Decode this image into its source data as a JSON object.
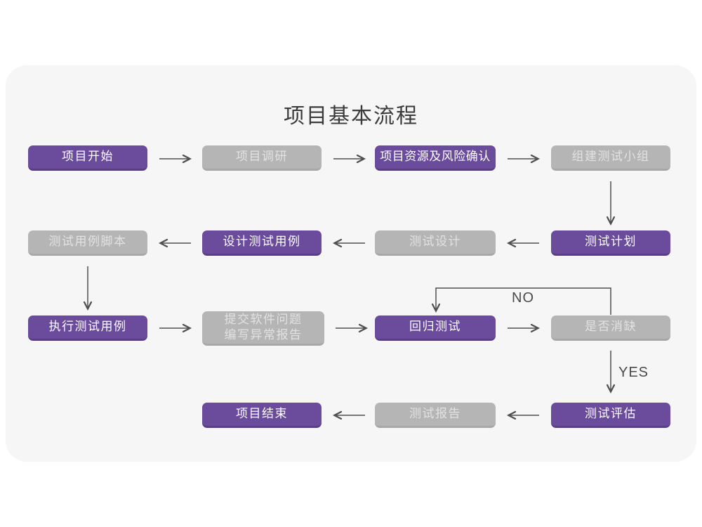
{
  "page": {
    "title": "项目基本流程"
  },
  "colors": {
    "page_bg": "#ffffff",
    "panel_bg": "#f6f6f7",
    "node_purple": "#6a4b9c",
    "node_purple_dark_edge": "#593e86",
    "node_gray": "#b5b5b5",
    "node_gray_dark_edge": "#a7a7a7",
    "node_text_on_purple": "#ffffff",
    "node_text_on_gray": "#e2e2e2",
    "arrow": "#4f4f4f",
    "title_text": "#3b3b3b"
  },
  "flowchart": {
    "title": "项目基本流程",
    "nodes": [
      {
        "id": "project-start",
        "label": "项目开始",
        "type": "purple"
      },
      {
        "id": "project-research",
        "label": "项目调研",
        "type": "gray"
      },
      {
        "id": "resources-risk",
        "label": "项目资源及风险确认",
        "type": "purple"
      },
      {
        "id": "build-test-team",
        "label": "组建测试小组",
        "type": "gray"
      },
      {
        "id": "test-case-script",
        "label": "测试用例脚本",
        "type": "gray"
      },
      {
        "id": "design-test-cases",
        "label": "设计测试用例",
        "type": "purple"
      },
      {
        "id": "test-design",
        "label": "测试设计",
        "type": "gray"
      },
      {
        "id": "test-plan",
        "label": "测试计划",
        "type": "purple"
      },
      {
        "id": "execute-test-cases",
        "label": "执行测试用例",
        "type": "purple"
      },
      {
        "id": "submit-issue-report",
        "label": "提交软件问题",
        "label2": "编写异常报告",
        "type": "gray"
      },
      {
        "id": "regression-test",
        "label": "回归测试",
        "type": "purple"
      },
      {
        "id": "defect-cleared",
        "label": "是否消缺",
        "type": "gray"
      },
      {
        "id": "project-end",
        "label": "项目结束",
        "type": "purple"
      },
      {
        "id": "test-report",
        "label": "测试报告",
        "type": "gray"
      },
      {
        "id": "test-evaluation",
        "label": "测试评估",
        "type": "purple"
      }
    ],
    "edge_labels": {
      "no": "NO",
      "yes": "YES"
    }
  }
}
